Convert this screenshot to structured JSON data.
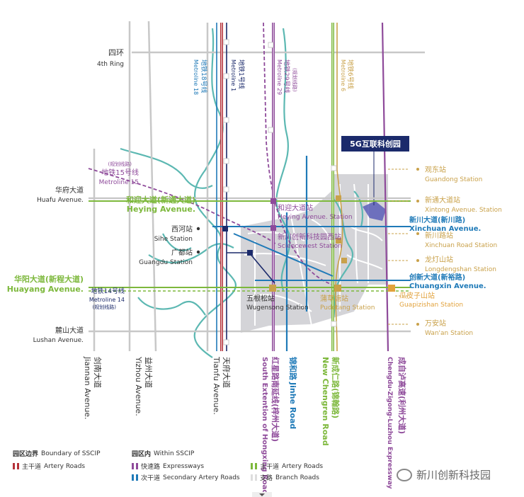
{
  "labels": {
    "ring4_cn": "四环",
    "ring4_en": "4th Ring",
    "metro18_cn": "地铁18号线",
    "metro18_en": "Metroline 18",
    "metro1_cn": "地铁1号线",
    "metro1_en": "Metroline 1",
    "metro29_cn": "地铁29号线",
    "metro29_en": "Metroline 29",
    "metro29_note": "(规划线路)",
    "metro6_cn": "地铁6号线",
    "metro6_en": "Metroline 6",
    "metro15_note": "(规划线路)",
    "metro15_cn": "地铁15号线",
    "metro15_en": "Metroline 15",
    "metro14_cn": "地铁14号线",
    "metro14_en": "Metroline 14",
    "metro14_note": "(规划线路)",
    "park_tag": "5G互联科创园",
    "huafu_cn": "华府大道",
    "huafu_en": "Huafu Avenue.",
    "heying_cn": "和迎大道(新通大道)",
    "heying_en": "Heying Avenue.",
    "huayang_cn": "华阳大道(新程大道)",
    "huayang_en": "Huayang Avenue.",
    "lushan_cn": "麓山大道",
    "lushan_en": "Lushan Avenue.",
    "sihe_cn": "西河站",
    "sihe_en": "Sihe Station",
    "guangdu_cn": "广都站",
    "guangdu_en": "Guangdu Station",
    "heying_st_cn": "和迎大道站",
    "heying_st_en": "Heying Avenue. Station",
    "park_west_cn": "新川创新科技园西站",
    "park_west_en": "Sciencewest Station",
    "wugensong_cn": "五根松站",
    "wugensong_en": "Wugensong Station",
    "pudotang_cn": "蒲草塘站",
    "pudotang_en": "Pudotang Station",
    "guandong_cn": "观东站",
    "guandong_en": "Guandong Station",
    "xintong_cn": "新通大道站",
    "xintong_en": "Xintong Avenue. Station",
    "xinchuan_ave_cn": "新川大道(新川路)",
    "xinchuan_ave_en": "Xinchuan Avenue.",
    "xinchuan_rd_cn": "新川路站",
    "xinchuan_rd_en": "Xinchuan Road Station",
    "longdeng_cn": "龙灯山站",
    "longdeng_en": "Longdengshan Station",
    "chuangxin_cn": "创新大道(新裕路)",
    "chuangxin_en": "Chuangxin Avenue.",
    "guapizi_cn": "瓜皮子山站",
    "guapizi_en": "Guapizishan Station",
    "wanan_cn": "万安站",
    "wanan_en": "Wan'an Station",
    "jiannan_cn": "剑南大道",
    "jiannan_en": "Jiannan Avenue.",
    "yizhou_cn": "益州大道",
    "yizhou_en": "Yizhou Avenue.",
    "tianfu_cn": "天府大道",
    "tianfu_en": "Tianfu Avenue.",
    "hongxing_cn": "红星路南延线(梓州大道)",
    "hongxing_en": "South Extention of Hongxing Road",
    "jinhe_cn": "锦和路",
    "jinhe_en": "Jinhe Road",
    "chengren_cn": "新成仁路(锦翰路)",
    "chengren_en": "New Chengren Road",
    "express_cn": "成自泸高速(利州大道)",
    "express_en": "Chengdu-Zigong-Luzhou Expressway"
  },
  "legend": {
    "boundary_cn": "园区边界",
    "boundary_en": "Boundary of SSCIP",
    "within_cn": "园区内",
    "within_en": "Within SSCIP",
    "artery_red_cn": "主干道",
    "artery_red_en": "Artery Roads",
    "express_cn": "快速路",
    "express_en": "Expressways",
    "artery_green_cn": "主干道",
    "artery_green_en": "Artery Roads",
    "secondary_cn": "次干道",
    "secondary_en": "Secondary Artery Roads",
    "branch_cn": "支路",
    "branch_en": "Branch Roads"
  },
  "watermark": "新川创新科技园",
  "colors": {
    "river": "#5cb8b2",
    "grey_road": "#c8c8c8",
    "red": "#b5323a",
    "purple": "#8e4a9a",
    "green": "#7db83c",
    "blue": "#1f7ab8",
    "navy": "#1b2a6b",
    "gold": "#c9a14a",
    "orange": "#e2a23c",
    "district": "#d0d0d4",
    "highlight": "#5a5eb8"
  }
}
